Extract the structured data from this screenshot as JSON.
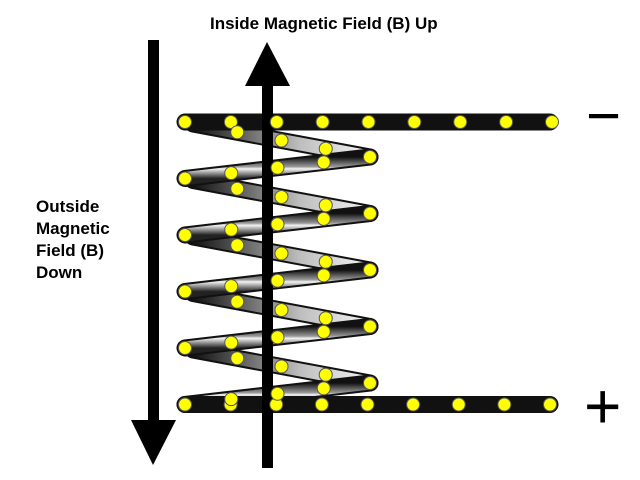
{
  "inside_field_label": "Inside Magnetic Field (B) Up",
  "outside_field_label_lines": [
    "Outside",
    "Magnetic",
    "Field (B)",
    "Down"
  ],
  "terminal_negative": "−",
  "terminal_positive": "+",
  "colors": {
    "background": "#ffffff",
    "arrow": "#000000",
    "charge_dot": "#ffff00",
    "charge_dot_outline": "#555555",
    "wire_dark": "#111111",
    "wire_light": "#f2f2f2"
  },
  "coil": {
    "turns": 5
  }
}
